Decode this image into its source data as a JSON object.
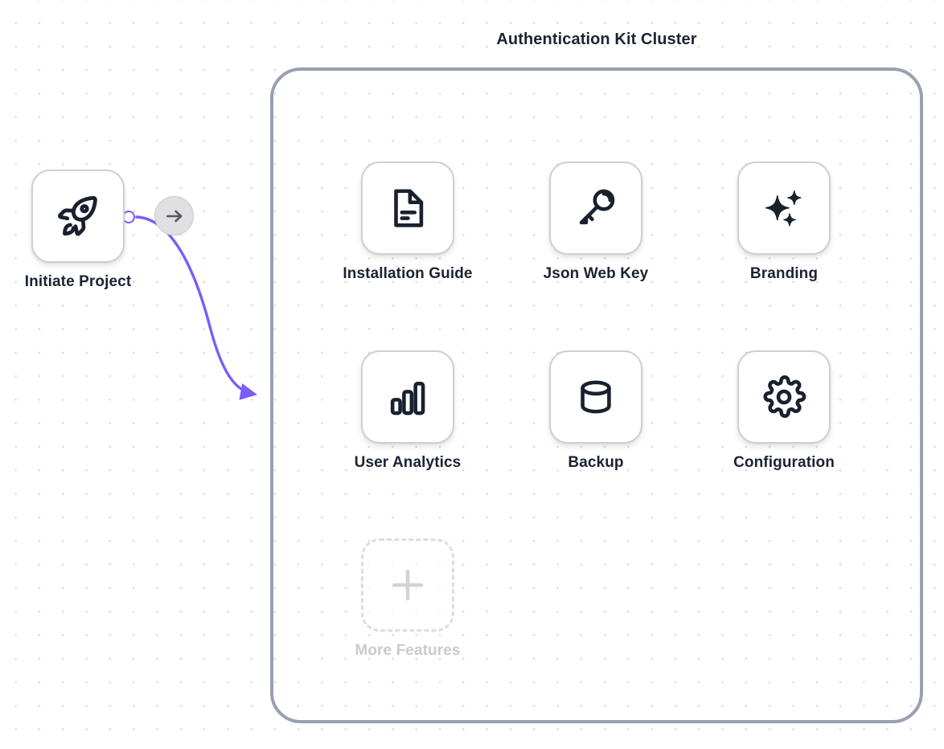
{
  "cluster": {
    "title": "Authentication Kit Cluster",
    "border_color": "#98a0b2"
  },
  "canvas": {
    "background": "#ffffff",
    "dot_color": "#d8d8dd"
  },
  "edge": {
    "color": "#7c5cfa",
    "handle_color": "#7c5cfa",
    "button_icon": "arrow-right-icon",
    "button_background": "#e0e0e2",
    "source": "Initiate Project",
    "target": "Authentication Kit Cluster"
  },
  "start_node": {
    "label": "Initiate Project",
    "icon": "rocket-icon"
  },
  "nodes": [
    {
      "label": "Installation Guide",
      "icon": "document-icon"
    },
    {
      "label": "Json Web Key",
      "icon": "key-icon"
    },
    {
      "label": "Branding",
      "icon": "sparkles-icon"
    },
    {
      "label": "User Analytics",
      "icon": "bar-chart-icon"
    },
    {
      "label": "Backup",
      "icon": "database-icon"
    },
    {
      "label": "Configuration",
      "icon": "gear-icon"
    },
    {
      "label": "More Features",
      "icon": "plus-icon"
    }
  ]
}
